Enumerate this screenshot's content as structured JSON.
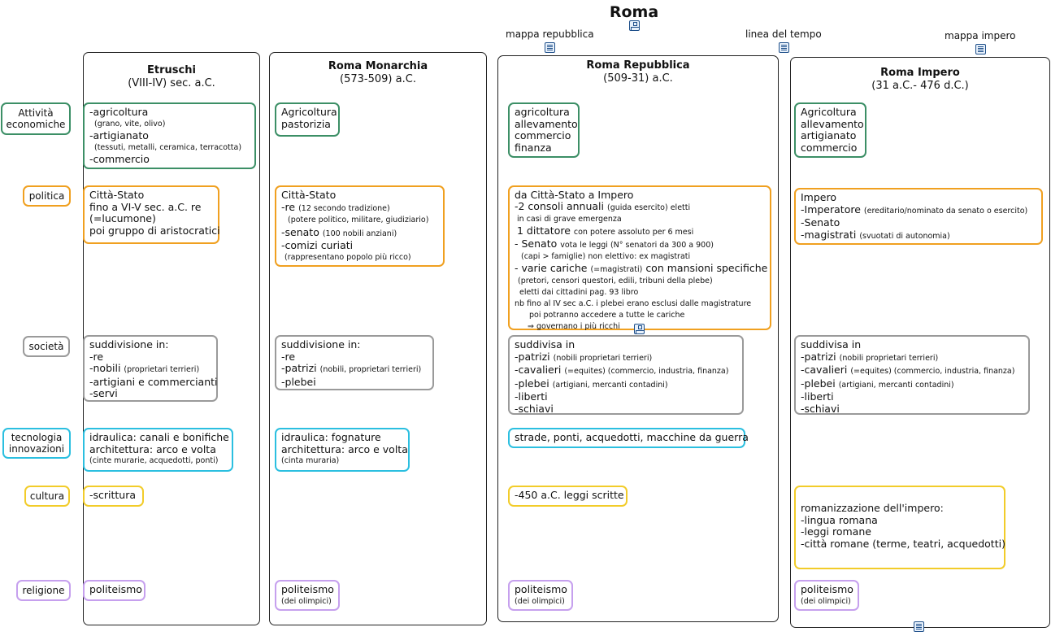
{
  "title": "Roma",
  "links": {
    "mappa_repubblica": "mappa repubblica",
    "linea_del_tempo": "linea del tempo",
    "mappa_impero": "mappa impero"
  },
  "labels": {
    "attivita": "Attività economiche",
    "politica": "politica",
    "societa": "società",
    "tecnologia": "tecnologia innovazioni",
    "cultura": "cultura",
    "religione": "religione"
  },
  "columns": {
    "etruschi": {
      "name": "Etruschi",
      "period": "(VIII-IV) sec. a.C."
    },
    "monarchia": {
      "name": "Roma Monarchia",
      "period": "(573-509) a.C."
    },
    "repubblica": {
      "name": "Roma Repubblica",
      "period": "(509-31) a.C."
    },
    "impero": {
      "name": "Roma Impero",
      "period": "(31 a.C.- 476 d.C.)"
    }
  },
  "etruschi": {
    "attivita": [
      "-agricoltura",
      "(grano, vite, olivo)",
      "-artigianato",
      "(tessuti, metalli, ceramica, terracotta)",
      "-commercio"
    ],
    "politica": [
      "Città-Stato",
      "fino a VI-V sec. a.C. re",
      "(=lucumone)",
      "poi gruppo di aristocratici"
    ],
    "societa": [
      "suddivisione in:",
      "-re",
      "-nobili",
      "(proprietari terrieri)",
      "-artigiani e commercianti",
      "-servi"
    ],
    "tecnologia": [
      "idraulica: canali e bonifiche",
      "architettura: arco e volta",
      "(cinte murarie, acquedotti, ponti)"
    ],
    "cultura": "-scrittura",
    "religione": "politeismo"
  },
  "monarchia": {
    "attivita": [
      "Agricoltura",
      "pastorizia"
    ],
    "politica": [
      "Città-Stato",
      "-re",
      "(12 secondo tradizione)",
      "(potere politico, militare, giudiziario)",
      "-senato",
      "(100 nobili anziani)",
      "-comizi curiati",
      "(rappresentano popolo più ricco)"
    ],
    "societa": [
      "suddivisione in:",
      "-re",
      "-patrizi",
      "(nobili, proprietari terrieri)",
      "-plebei"
    ],
    "tecnologia": [
      "idraulica: fognature",
      "architettura: arco e volta",
      "(cinta muraria)"
    ],
    "religione": [
      "politeismo",
      "(dei olimpici)"
    ]
  },
  "repubblica": {
    "attivita": [
      "agricoltura",
      "allevamento",
      "commercio",
      "finanza"
    ],
    "politica": {
      "l1": "da Città-Stato a Impero",
      "l2a": "-2 consoli annuali",
      "l2b": "(guida esercito) eletti",
      "l3": "in casi di grave emergenza",
      "l4a": "1 dittatore",
      "l4b": "con potere assoluto per 6 mesi",
      "l5a": "- Senato",
      "l5b": "vota le leggi (N° senatori da 300 a 900)",
      "l6": "(capi > famiglie) non elettivo: ex magistrati",
      "l7a": "- varie cariche",
      "l7b": "(=magistrati)",
      "l7c": "con mansioni specifiche",
      "l8": "(pretori, censori questori, edili, tribuni della plebe)",
      "l9": "eletti dai cittadini  pag. 93 libro",
      "l10": "nb fino al IV sec a.C. i plebei erano esclusi dalle magistrature",
      "l11": "poi potranno accedere a tutte le cariche",
      "l12": "⇒ governano i più ricchi"
    },
    "societa": [
      "suddivisa in",
      "-patrizi",
      "(nobili proprietari terrieri)",
      "-cavalieri",
      "(=equites) (commercio, industria, finanza)",
      "-plebei",
      "(artigiani, mercanti contadini)",
      "-liberti",
      "-schiavi"
    ],
    "tecnologia": "strade, ponti, acquedotti, macchine da guerra",
    "cultura": "-450 a.C. leggi scritte",
    "religione": [
      "politeismo",
      "(dei olimpici)"
    ]
  },
  "impero": {
    "attivita": [
      "Agricoltura",
      "allevamento",
      "artigianato",
      "commercio"
    ],
    "politica": [
      "Impero",
      "-Imperatore",
      "(ereditario/nominato da senato o esercito)",
      "-Senato",
      "-magistrati",
      "(svuotati di autonomia)"
    ],
    "societa": [
      "suddivisa in",
      "-patrizi",
      "(nobili proprietari terrieri)",
      "-cavalieri",
      "(=equites) (commercio, industria, finanza)",
      "-plebei",
      "(artigiani, mercanti contadini)",
      "-liberti",
      "-schiavi"
    ],
    "cultura": [
      "romanizzazione dell'impero:",
      "-lingua romana",
      "-leggi romane",
      "-città romane (terme, teatri, acquedotti)"
    ],
    "religione": [
      "politeismo",
      "(dei olimpici)"
    ]
  },
  "colors": {
    "economia": "#3c8f66",
    "politica": "#f0a020",
    "societa": "#9a9a9a",
    "tecnologia": "#2bbfe0",
    "cultura": "#f2cc2a",
    "religione": "#c6a0ee"
  },
  "icons": [
    "map-icon",
    "document-icon"
  ]
}
